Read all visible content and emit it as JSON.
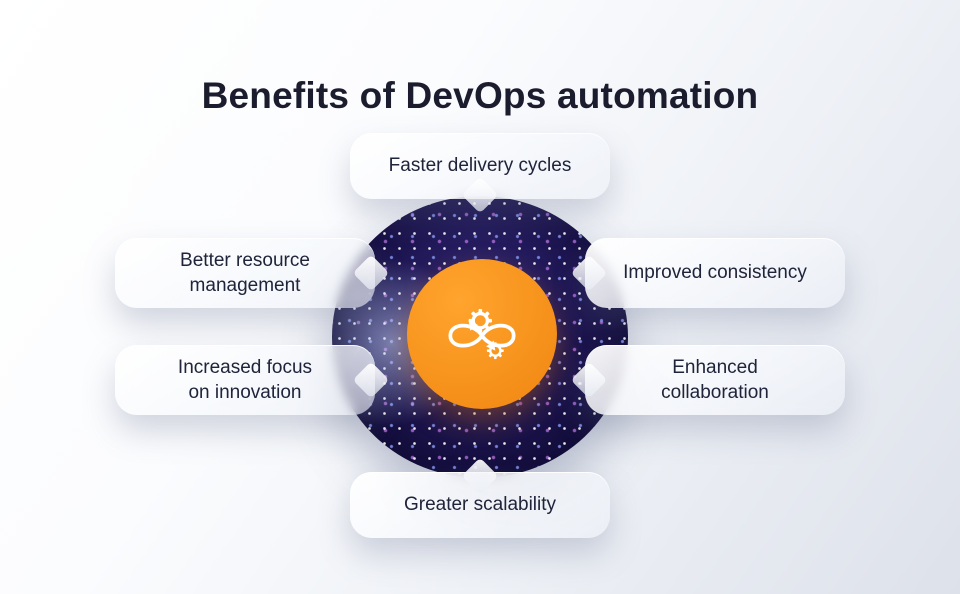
{
  "title": "Benefits of DevOps automation",
  "center": {
    "icon": "devops-infinity-gears-icon"
  },
  "benefits": [
    {
      "position": "top",
      "label": "Faster delivery cycles"
    },
    {
      "position": "left-upper",
      "label": "Better resource management"
    },
    {
      "position": "right-upper",
      "label": "Improved consistency"
    },
    {
      "position": "left-lower",
      "label": "Increased focus on innovation"
    },
    {
      "position": "right-lower",
      "label": "Enhanced collaboration"
    },
    {
      "position": "bottom",
      "label": "Greater scalability"
    }
  ],
  "colors": {
    "accent_orange": "#F7941D",
    "center_circle_dark": "#141040",
    "title_text": "#1B1C2E",
    "card_text": "#20243A"
  }
}
